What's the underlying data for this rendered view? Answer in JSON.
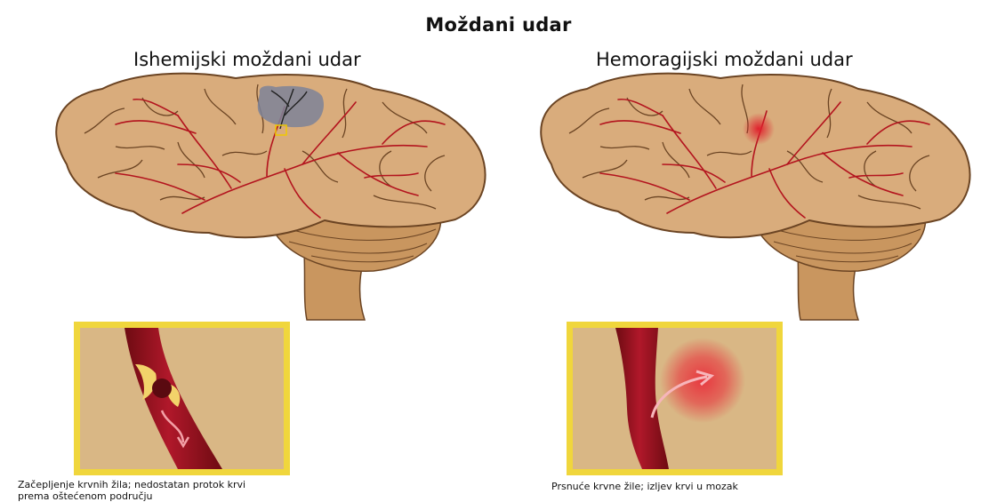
{
  "title": "Moždani udar",
  "panels": [
    {
      "heading": "Ishemijski moždani udar",
      "caption_line1": "Začepljenje krvnih žila; nedostatan protok krvi",
      "caption_line2": "prema oštećenom području"
    },
    {
      "heading": "Hemoragijski moždani udar",
      "caption_line1": "Prsnuće krvne žile; izljev krvi u mozak"
    }
  ],
  "colors": {
    "brain": "#d9ac7c",
    "brain_outline": "#6b4423",
    "cerebellum": "#c9965f",
    "artery": "#b3141e",
    "inset_border": "#f0d63c",
    "inset_bg": "#d9b785",
    "bleed": "#e8323c",
    "ischemic_area": "#7c8299"
  }
}
